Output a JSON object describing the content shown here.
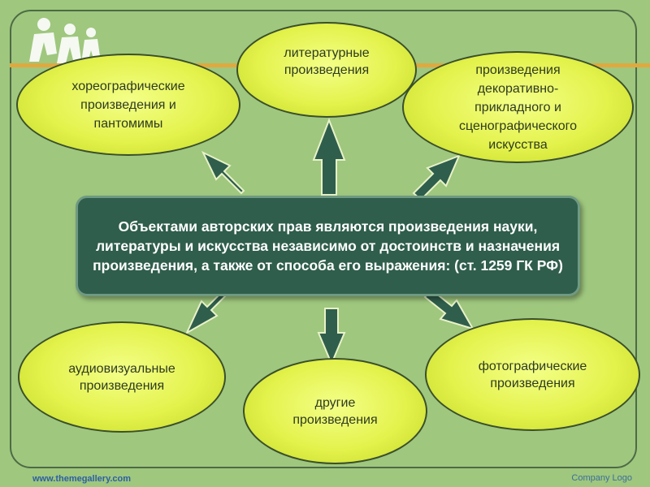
{
  "center_text": "Объектами авторских прав являются произведения науки, литературы и искусства независимо от достоинств и назначения произведения, а также от способа его выражения: (ст. 1259 ГК РФ)",
  "nodes": {
    "literary": "литературные произведения",
    "choreographic": "хореографические произведения и пантомимы",
    "decorative": "произведения декоративно-прикладного и сценографического искусства",
    "audiovisual": "аудиовизуальные произведения",
    "photographic": "фотографические произведения",
    "other": "другие произведения"
  },
  "footer": {
    "url": "www.themegallery.com",
    "company_logo": "Company Logo"
  },
  "colors": {
    "background": "#9fc77e",
    "center_box": "#2f5e4c",
    "ellipse_fill": "#e4f24c",
    "arrow": "#2f5e4c"
  }
}
